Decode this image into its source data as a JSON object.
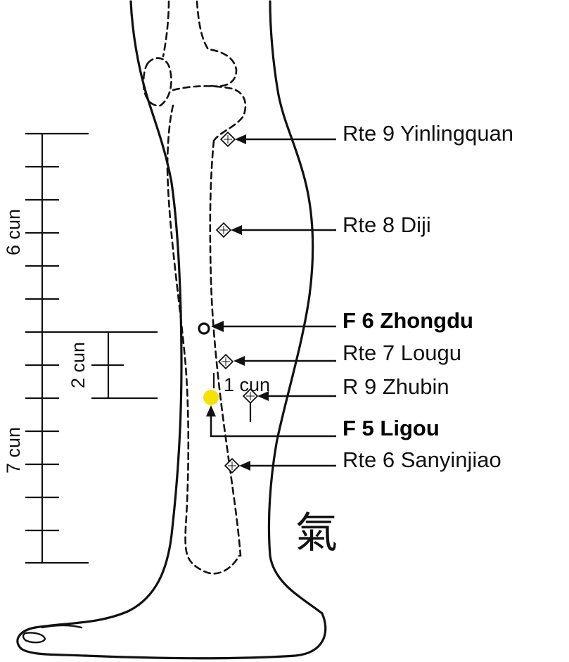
{
  "points": [
    {
      "code": "Rte 9",
      "name": "Yinlingquan",
      "bold": false
    },
    {
      "code": "Rte 8",
      "name": "Diji",
      "bold": false
    },
    {
      "code": "F 6",
      "name": "Zhongdu",
      "bold": true
    },
    {
      "code": "Rte 7",
      "name": "Lougu",
      "bold": false
    },
    {
      "code": "R 9",
      "name": "Zhubin",
      "bold": false
    },
    {
      "code": "F 5",
      "name": "Ligou",
      "bold": true
    },
    {
      "code": "Rte 6",
      "name": "Sanyinjiao",
      "bold": false
    }
  ],
  "scale": {
    "upper_label": "6 cun",
    "inner_label": "2 cun",
    "lower_label": "7 cun",
    "small_label": "1 cun"
  },
  "highlight_color": "#f5e10a",
  "qi_glyph": "氣"
}
